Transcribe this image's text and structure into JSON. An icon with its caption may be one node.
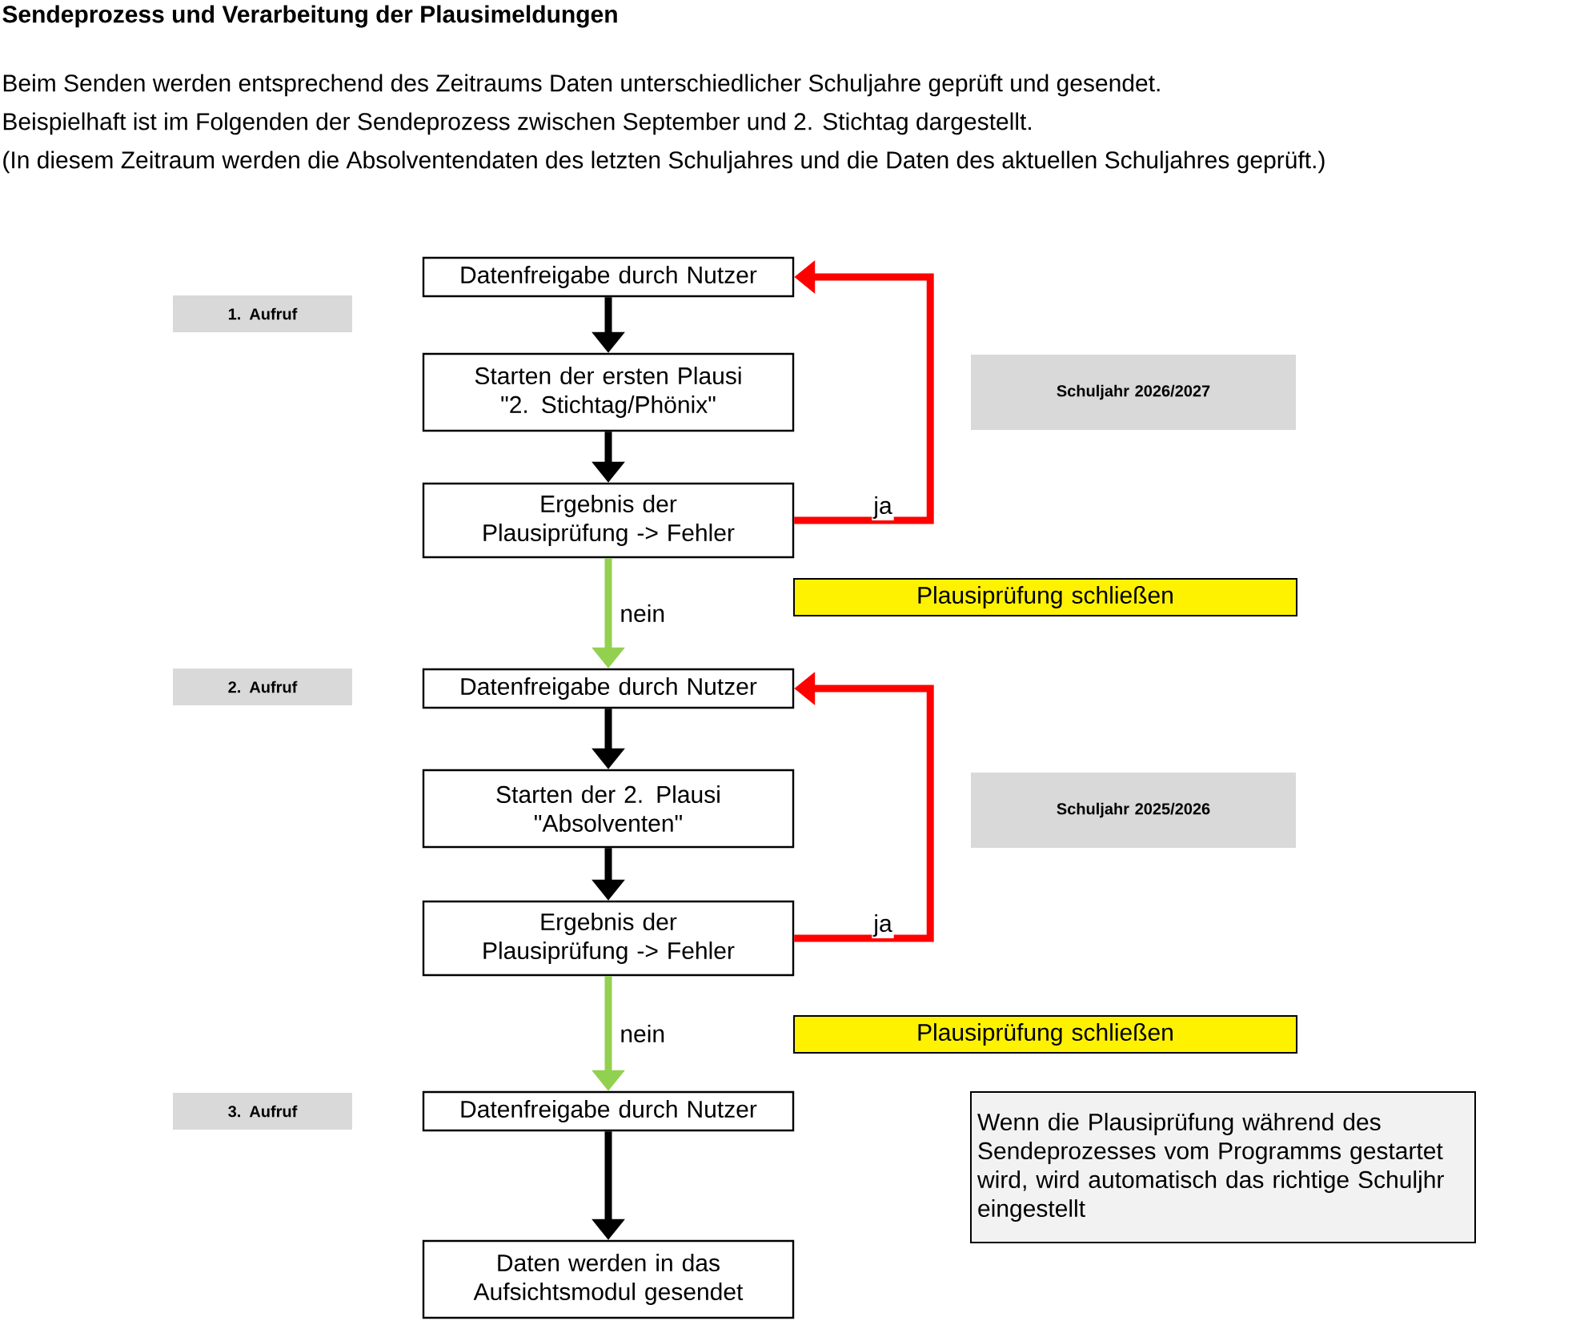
{
  "diagram": {
    "title": "Sendeprozess und Verarbeitung der Plausimeldungen",
    "nodes": [
      {
        "text": [
          "Datenfreigabe durch Nutzer"
        ]
      },
      {
        "text": [
          "1. Aufruf"
        ]
      },
      {
        "text": [
          "Starten der ersten Plausi \"2. Stichtag/Phönix\""
        ]
      },
      {
        "text": [
          "Schuljahr 2026/2027"
        ]
      },
      {
        "text": [
          "Ergebnis der Plausiprüfung -> Fehler"
        ]
      },
      {
        "text": [
          "Plausiprüfung schließen"
        ]
      },
      {
        "text": [
          "2. Aufruf"
        ]
      },
      {
        "text": [
          "Datenfreigabe durch Nutzer"
        ]
      },
      {
        "text": [
          "Starten der 2. Plausi \"Absolventen\""
        ]
      },
      {
        "text": [
          "Schuljahr 2025/2026"
        ]
      },
      {
        "text": [
          "Ergebnis der Plausiprüfung -> Fehler"
        ]
      },
      {
        "text": [
          "Plausiprüfung schließen"
        ]
      },
      {
        "text": [
          "3. Aufruf"
        ]
      },
      {
        "text": [
          "Datenfreigabe durch Nutzer"
        ]
      },
      {
        "text": [
          "Wenn die Plausiprüfung während des Sendeprozesses vom Programms gestartet wird, wird automatisch das richtige Schuljhr eingestellt"
        ]
      },
      {
        "text": [
          "Daten werden in das Aufsichtsmodul gesendet"
        ]
      }
    ],
    "edges": [
      {
        "from": 0,
        "to": 2,
        "arrow": "to"
      },
      {
        "from": 2,
        "to": 4,
        "arrow": "to"
      },
      {
        "from": 4,
        "to": 0,
        "arrow": "to",
        "label": "ja",
        "color": "#ff0000"
      },
      {
        "from": 4,
        "to": 7,
        "arrow": "to",
        "label": "nein",
        "color": "#92d050"
      },
      {
        "from": 7,
        "to": 8,
        "arrow": "to"
      },
      {
        "from": 8,
        "to": 10,
        "arrow": "to"
      },
      {
        "from": 10,
        "to": 7,
        "arrow": "to",
        "label": "ja",
        "color": "#ff0000"
      },
      {
        "from": 10,
        "to": 13,
        "arrow": "to",
        "label": "nein",
        "color": "#92d050"
      },
      {
        "from": 13,
        "to": 15,
        "arrow": "to"
      }
    ],
    "labels": [
      "Beim Senden werden entsprechend des Zeitraums Daten unterschiedlicher Schuljahre geprüft und gesendet.",
      "Beispielhaft ist im Folgenden der Sendeprozess zwischen September und 2. Stichtag dargestellt.",
      "(In diesem Zeitraum werden die Absolventendaten des letzten Schuljahres und die Daten des aktuellen Schuljahres geprüft.)"
    ]
  }
}
